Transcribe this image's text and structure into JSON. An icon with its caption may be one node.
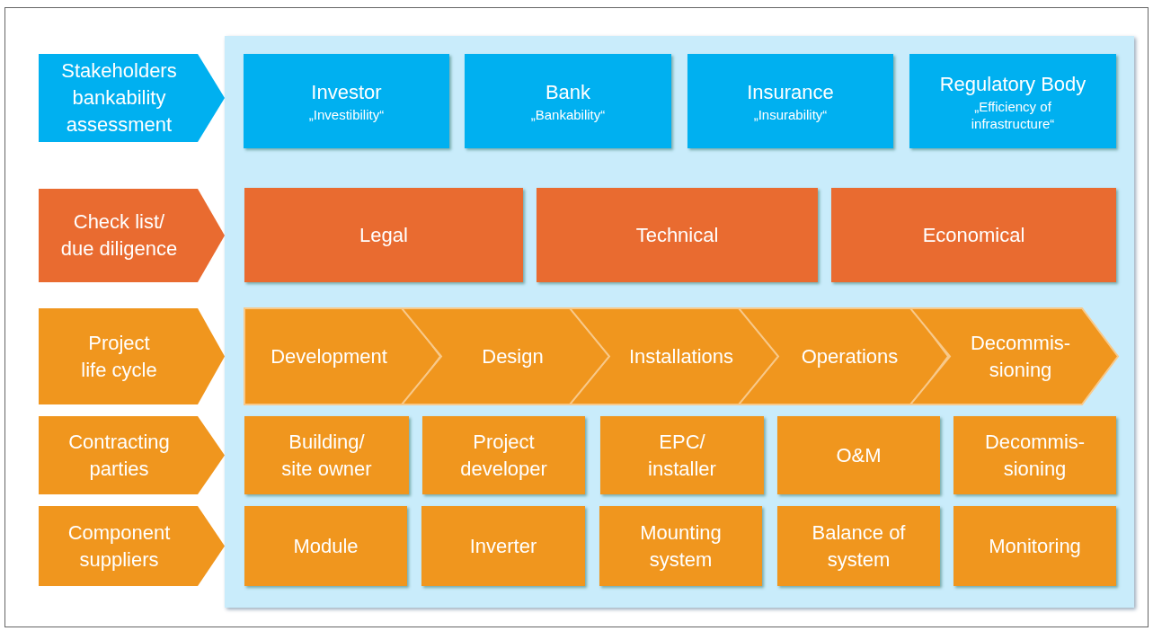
{
  "diagram": {
    "nodes": [
      {
        "text": [],
        "shape": "box"
      },
      {
        "text": [
          "Stakeholders bankability assessment"
        ]
      },
      {
        "text": [
          "Investor",
          "„Investibility“"
        ],
        "in": 0
      },
      {
        "text": [
          "Bank",
          "„Bankability“"
        ],
        "in": 0
      },
      {
        "text": [
          "Insurance",
          "„Insurability“"
        ],
        "in": 0
      },
      {
        "text": [
          "Regulatory Body",
          "„Efficiency of infrastructure“"
        ],
        "in": 0
      },
      {
        "text": [
          "Check list/ due diligence"
        ]
      },
      {
        "text": [
          "Legal"
        ],
        "in": 0
      },
      {
        "text": [
          "Technical"
        ],
        "in": 0
      },
      {
        "text": [
          "Economical"
        ],
        "in": 0
      },
      {
        "text": [
          "Project life cycle"
        ]
      },
      {
        "text": [
          "Development"
        ],
        "in": 0
      },
      {
        "text": [
          "Design"
        ],
        "in": 0
      },
      {
        "text": [
          "Installations"
        ],
        "in": 0
      },
      {
        "text": [
          "Operations"
        ],
        "in": 0
      },
      {
        "text": [
          "Decommis- sioning"
        ],
        "in": 0
      },
      {
        "text": [
          "Contracting parties"
        ]
      },
      {
        "text": [
          "Building/ site owner"
        ],
        "in": 0
      },
      {
        "text": [
          "Project developer"
        ],
        "in": 0
      },
      {
        "text": [
          "EPC/ installer"
        ],
        "in": 0
      },
      {
        "text": [
          "O&M"
        ],
        "in": 0
      },
      {
        "text": [
          "Decommis- sioning"
        ],
        "in": 0
      },
      {
        "text": [
          "Component suppliers"
        ]
      },
      {
        "text": [
          "Module"
        ],
        "in": 0
      },
      {
        "text": [
          "Inverter"
        ],
        "in": 0
      },
      {
        "text": [
          "Mounting system"
        ],
        "in": 0
      },
      {
        "text": [
          "Balance of system"
        ],
        "in": 0
      },
      {
        "text": [
          "Monitoring"
        ],
        "in": 0
      }
    ]
  }
}
